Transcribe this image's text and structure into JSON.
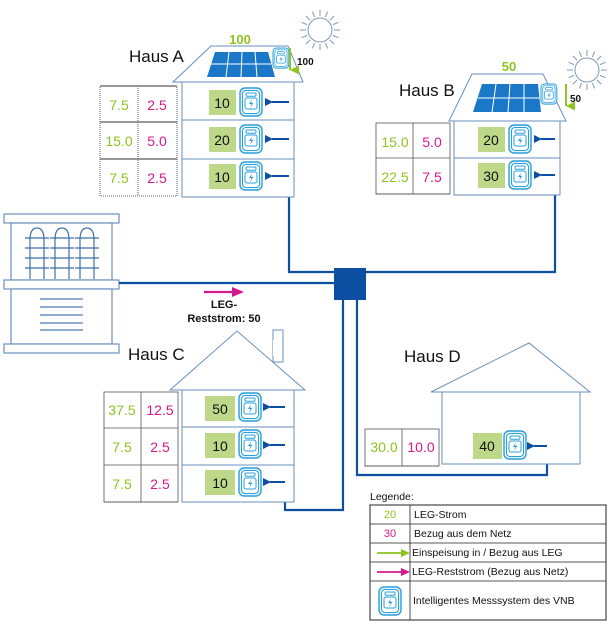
{
  "colors": {
    "leg_green": "#8fc31f",
    "grid_magenta": "#d4198c",
    "line_blue": "#0b4ea2",
    "house_outline": "#6a8fbf",
    "meter_cyan": "#2aa0dc",
    "panel_blue": "#1b77c8",
    "cell_green": "#bed88a"
  },
  "houses": {
    "a": {
      "label": "Haus A",
      "pv_value": "100",
      "feed_in_value": "100",
      "floors": [
        {
          "leg": "10",
          "split_green": "7.5",
          "split_magenta": "2.5"
        },
        {
          "leg": "20",
          "split_green": "15.0",
          "split_magenta": "5.0"
        },
        {
          "leg": "10",
          "split_green": "7.5",
          "split_magenta": "2.5"
        }
      ]
    },
    "b": {
      "label": "Haus B",
      "pv_value": "50",
      "feed_in_value": "50",
      "floors": [
        {
          "leg": "20",
          "split_green": "15.0",
          "split_magenta": "5.0"
        },
        {
          "leg": "30",
          "split_green": "22.5",
          "split_magenta": "7.5"
        }
      ]
    },
    "c": {
      "label": "Haus C",
      "floors": [
        {
          "leg": "50",
          "split_green": "37.5",
          "split_magenta": "12.5"
        },
        {
          "leg": "10",
          "split_green": "7.5",
          "split_magenta": "2.5"
        },
        {
          "leg": "10",
          "split_green": "7.5",
          "split_magenta": "2.5"
        }
      ]
    },
    "d": {
      "label": "Haus D",
      "floors": [
        {
          "leg": "40",
          "split_green": "30.0",
          "split_magenta": "10.0"
        }
      ]
    }
  },
  "grid_flow": {
    "label_line1": "LEG-",
    "label_line2": "Reststrom: 50"
  },
  "legend": {
    "title": "Legende:",
    "rows": [
      {
        "symbol": "20",
        "symbol_type": "green-number",
        "text": "LEG-Strom"
      },
      {
        "symbol": "30",
        "symbol_type": "magenta-number",
        "text": "Bezug aus dem Netz"
      },
      {
        "symbol": "green-arrow-icon",
        "symbol_type": "green-arrow",
        "text": "Einspeisung in / Bezug aus LEG"
      },
      {
        "symbol": "magenta-arrow-icon",
        "symbol_type": "magenta-arrow",
        "text": "LEG-Reststrom (Bezug aus Netz)"
      },
      {
        "symbol": "smart-meter-icon",
        "symbol_type": "meter",
        "text": "Intelligentes Messsystem des VNB"
      }
    ]
  }
}
